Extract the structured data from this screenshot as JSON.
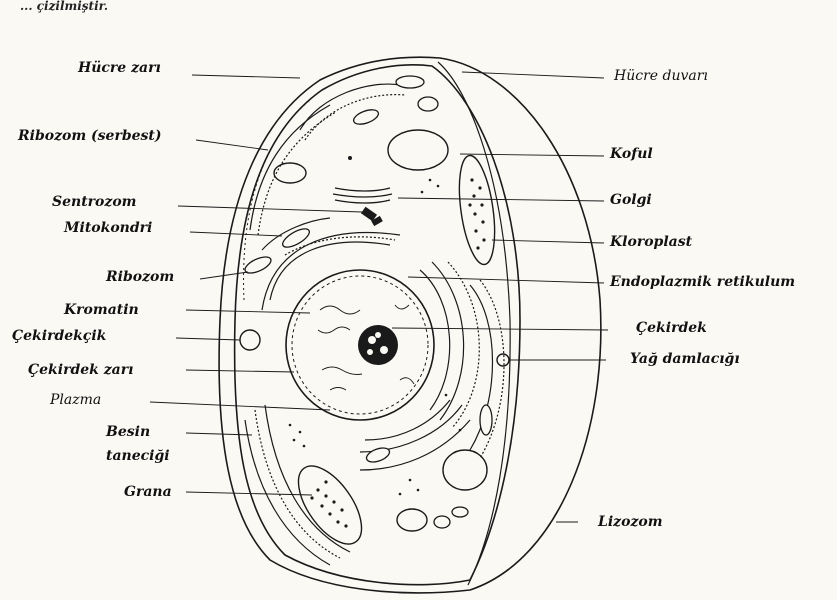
{
  "caption": "... çizilmiştir.",
  "labels_left": {
    "hucre_zari": "Hücre zarı",
    "ribozom_serbest": "Ribozom (serbest)",
    "sentrozom": "Sentrozom",
    "mitokondri": "Mitokondri",
    "ribozom": "Ribozom",
    "kromatin": "Kromatin",
    "cekirdekcik": "Çekirdekçik",
    "cekirdek_zari": "Çekirdek zarı",
    "plazma": "Plazma",
    "besin_1": "Besin",
    "besin_2": "taneciği",
    "grana": "Grana"
  },
  "labels_right": {
    "hucre_duvari": "Hücre duvarı",
    "koful": "Koful",
    "golgi": "Golgi",
    "kloroplast": "Kloroplast",
    "endoplazmik_retikulum": "Endoplazmik retikulum",
    "cekirdek": "Çekirdek",
    "yag_damlacigi": "Yağ damlacığı",
    "lizozom": "Lizozom"
  },
  "colors": {
    "ink": "#1a1a1a",
    "paper": "#fbf9f4"
  }
}
